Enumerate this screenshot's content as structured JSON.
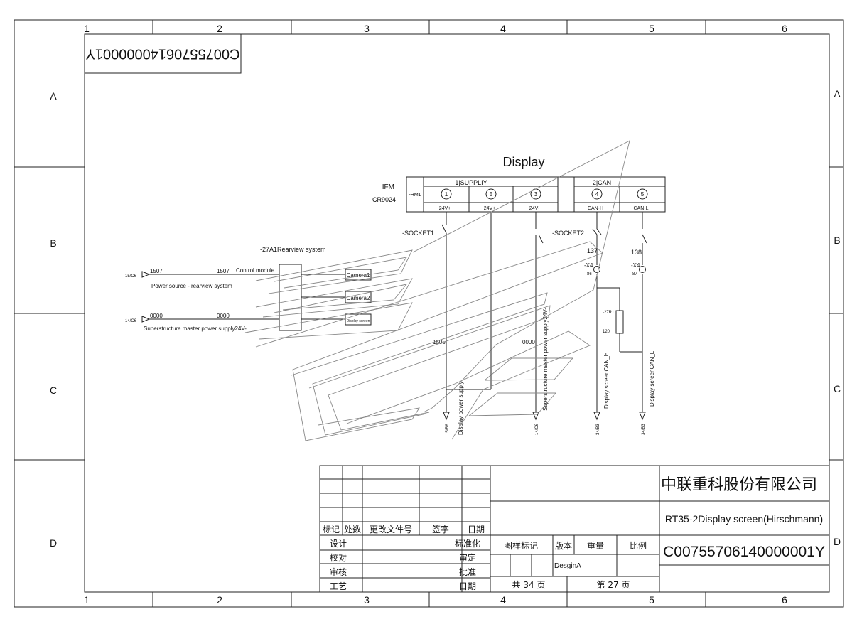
{
  "frame": {
    "columns": [
      "1",
      "2",
      "3",
      "4",
      "5",
      "6"
    ],
    "rows": [
      "A",
      "B",
      "C",
      "D"
    ]
  },
  "drawing_number_rotated": "C00755706140000001Y",
  "title": "Display",
  "ifm": {
    "label": "IFM",
    "model": "CR9024",
    "tag": "-HM1"
  },
  "supply_group": "1|SUPPLIY",
  "can_group": "2|CAN",
  "pins": [
    {
      "num": "1",
      "signal": "24V+"
    },
    {
      "num": "5",
      "signal": "24V+"
    },
    {
      "num": "3",
      "signal": "24V-"
    },
    {
      "num": "4",
      "signal": "CAN-H"
    },
    {
      "num": "5",
      "signal": "CAN-L"
    }
  ],
  "socket1": "-SOCKET1",
  "socket2": "-SOCKET2",
  "rearview_system": "-27A1Rearview system",
  "control_module": "Control module",
  "devices": [
    "Camera1",
    "Camera2",
    "Display screen"
  ],
  "ref_15": "15/C6",
  "ref_14": "14/C6",
  "wire_1507": "1507",
  "wire_0000": "0000",
  "power_source": "Power source - rearview system",
  "superstructure_supply": "Superstructure master power supply24V-",
  "wire_1505": "1505",
  "wire_137": "137",
  "wire_138": "138",
  "x4_tag": "-X4",
  "x4_pin_86": "86",
  "x4_pin_87": "87",
  "resistor_tag": "-27R1",
  "resistor_value": "120",
  "vertical_labels": {
    "display_power": "Display power supply",
    "super_power": "Superstructure master power supply24V-",
    "can_h": "Display screenCAN_H",
    "can_l": "Display screenCAN_L"
  },
  "bottom_refs": [
    "15/B6",
    "14/C6",
    "34/B3",
    "34/B3"
  ],
  "title_block": {
    "company": "中联重科股份有限公司",
    "drawing_title": "RT35-2Display screen(Hirschmann)",
    "drawing_number": "C00755706140000001Y",
    "rev_headers": [
      "标记",
      "处数",
      "更改文件号",
      "签字",
      "日期"
    ],
    "left_roles": [
      "设计",
      "校对",
      "审核",
      "工艺"
    ],
    "right_roles": [
      "标准化",
      "审定",
      "批准",
      "日期"
    ],
    "attr_headers": [
      "图样标记",
      "版本",
      "重量",
      "比例"
    ],
    "design_value": "DesginA",
    "total_pages": "共 34 页",
    "page_no": "第 27 页"
  }
}
